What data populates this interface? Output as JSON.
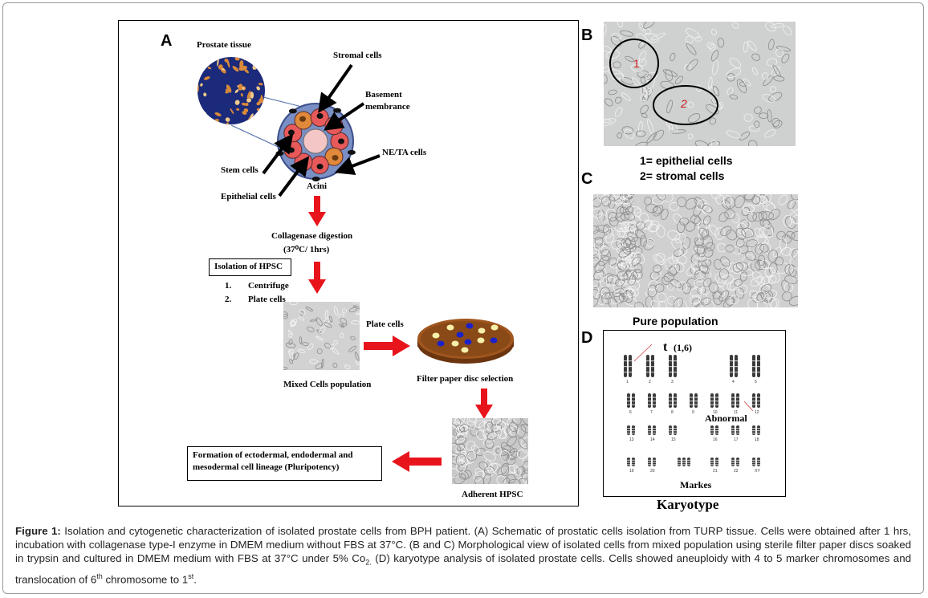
{
  "panel_a": {
    "letter": "A",
    "prostate_tissue": "Prostate tissue",
    "stromal_cells": "Stromal cells",
    "basement_membrane_1": "Basement",
    "basement_membrane_2": "membrance",
    "ne_ta_cells": "NE/TA cells",
    "stem_cells": "Stem cells",
    "epithelial_cells": "Epithelial cells",
    "acini": "Acini",
    "collagenase_1": "Collagenase digestion",
    "collagenase_2": "(37⁰C/ 1hrs)",
    "isolation_box": "Isolation of HPSC",
    "step_1_num": "1.",
    "step_1": "Centrifuge",
    "step_2_num": "2.",
    "step_2": "Plate cells",
    "plate_cells_arrow": "Plate cells",
    "mixed_population": "Mixed  Cells population",
    "filter_disc": "Filter paper disc selection",
    "adherent_hpsc": "Adherent HPSC",
    "lineage_1": "Formation of ectodermal, endodermal and",
    "lineage_2": "mesodermal cell lineage (Pluripotency)"
  },
  "panel_b": {
    "letter": "B",
    "circle_1": "1",
    "circle_2": "2",
    "legend_1": "1= epithelial cells",
    "legend_2": "2= stromal cells"
  },
  "panel_c": {
    "letter": "C",
    "label": "Pure population"
  },
  "panel_d": {
    "letter": "D",
    "translocation": "t",
    "translocation_detail": "(1,6)",
    "abnormal": "Abnormal",
    "markers": "Markes",
    "karyotype": "Karyotype",
    "chromosome_numbers": [
      "1",
      "2",
      "3",
      "4",
      "5",
      "6",
      "7",
      "8",
      "9",
      "10",
      "11",
      "12",
      "13",
      "14",
      "15",
      "16",
      "17",
      "18",
      "19",
      "20",
      "21",
      "22",
      "XY"
    ]
  },
  "caption": {
    "label": "Figure 1:",
    "text_1": " Isolation and cytogenetic characterization of isolated prostate cells from BPH patient. (A) Schematic of prostatic cells isolation from TURP tissue. Cells were obtained after 1 hrs, incubation with collagenase type-I enzyme in DMEM medium without FBS at 37°C. (B and C) Morphological view of isolated cells from mixed population using sterile filter paper discs soaked in trypsin and cultured in DMEM medium with FBS at 37°C under 5% Co",
    "sub_1": "2.",
    "text_2": " (D) karyotype analysis of isolated prostate cells. Cells showed aneuploidy with 4 to 5 marker chromosomes and translocation of 6",
    "sup_1": "th",
    "text_3": " chromosome to 1",
    "sup_2": "st",
    "text_4": "."
  },
  "colors": {
    "arrow_red": "#e8141c",
    "cell_pink": "#e85a5a",
    "nucleus": "#111111",
    "dish_brown": "#8a4a18",
    "disc_blue": "#1a22c8",
    "disc_yellow": "#f7f0a8",
    "tissue_blue": "#1b2a7a",
    "tissue_orange": "#d98a3a"
  }
}
